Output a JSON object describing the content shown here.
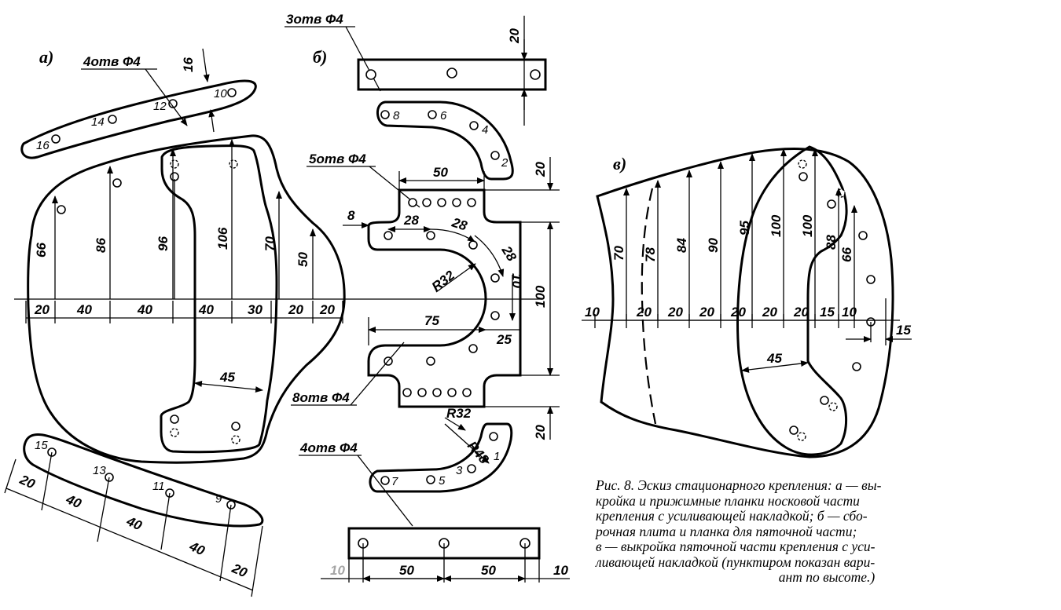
{
  "sections": {
    "a": "а)",
    "b": "б)",
    "v": "в)"
  },
  "hole_callouts": {
    "a_top": "4отв Ф4",
    "b_top": "3отв Ф4",
    "b_plate": "5отв Ф4",
    "b_plate_low": "8отв Ф4",
    "b_bottom": "4отв Ф4"
  },
  "hole_numbers": {
    "a_top": [
      "16",
      "14",
      "12",
      "10"
    ],
    "a_bottom": [
      "15",
      "13",
      "11",
      "9"
    ],
    "b_top_arc": [
      "8",
      "6",
      "4",
      "2"
    ],
    "b_bottom_arc": [
      "7",
      "5",
      "3",
      "1"
    ]
  },
  "dimensions_a": {
    "heights": [
      "86",
      "96",
      "106",
      "70",
      "50",
      "16"
    ],
    "clipped_height": "66",
    "baseline": [
      "20",
      "40",
      "40",
      "40",
      "30",
      "20",
      "20"
    ],
    "width_45": "45",
    "strip": [
      "20",
      "40",
      "40",
      "40",
      "20"
    ]
  },
  "dimensions_b": {
    "top_bar_height": "20",
    "plate": [
      "50",
      "8",
      "28",
      "28",
      "28",
      "R32",
      "10",
      "75",
      "25",
      "100",
      "20",
      "20"
    ],
    "bottom_arc": [
      "R32",
      "R48"
    ],
    "bottom_bar": [
      "50",
      "50",
      "10"
    ],
    "clipped_left": "10"
  },
  "dimensions_v": {
    "heights": [
      "70",
      "78",
      "84",
      "90",
      "95",
      "100",
      "100",
      "88",
      "66"
    ],
    "baseline": [
      "10",
      "20",
      "20",
      "20",
      "20",
      "20",
      "20",
      "15",
      "10"
    ],
    "side": "15",
    "width_45": "45"
  },
  "caption": [
    "Рис. 8. Эскиз стационарного крепления: а — вы-",
    "кройка и прижимные планки носковой части",
    "крепления с усиливающей накладкой; б — сбо-",
    "рочная плита и планка для пяточной части;",
    "в — выкройка пяточной части крепления с уси-",
    "ливающей накладкой (пунктиром показан вари-",
    "ант по высоте.)"
  ]
}
